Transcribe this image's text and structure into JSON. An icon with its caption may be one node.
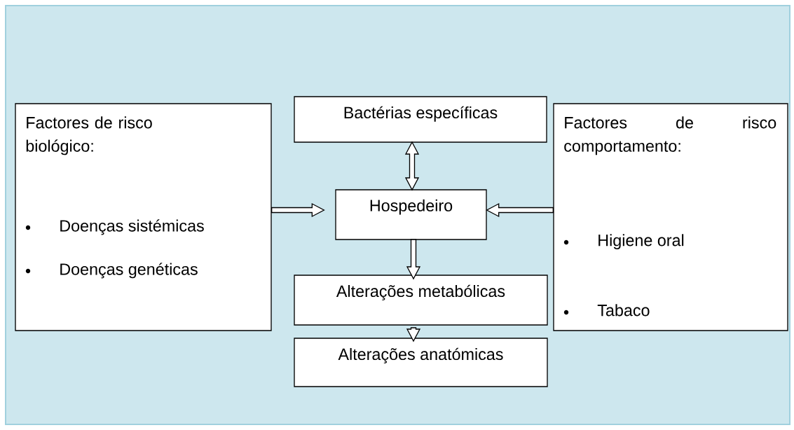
{
  "diagram": {
    "nodes": [
      {
        "text": [
          "Factores de risco biológico:",
          "Doenças sistémicas",
          "Doenças genéticas"
        ]
      },
      {
        "text": [
          "Bactérias específicas"
        ]
      },
      {
        "text": [
          "Hospedeiro"
        ]
      },
      {
        "text": [
          "Factores de risco comportamento:",
          "Higiene oral",
          "Tabaco"
        ]
      },
      {
        "text": [
          "Alterações metabólicas"
        ]
      },
      {
        "text": [
          "Alterações anatómicas"
        ]
      }
    ],
    "edges": [
      {
        "from": 0,
        "to": 2,
        "arrow": "to"
      },
      {
        "from": 1,
        "to": 2,
        "arrow": "both"
      },
      {
        "from": 3,
        "to": 2,
        "arrow": "to"
      },
      {
        "from": 2,
        "to": 4,
        "arrow": "to"
      },
      {
        "from": 4,
        "to": 5,
        "arrow": "to"
      }
    ]
  }
}
